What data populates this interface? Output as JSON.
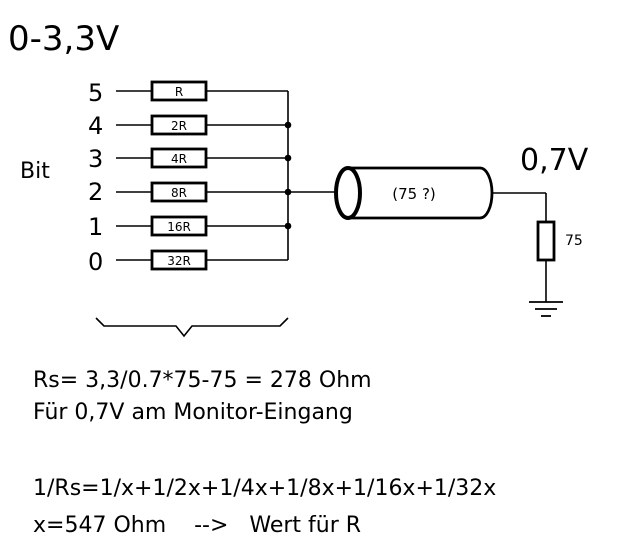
{
  "header": {
    "voltage_in": "0-3,3V"
  },
  "input_label": "Bit",
  "bits": [
    {
      "bit": "5",
      "resistor": "R"
    },
    {
      "bit": "4",
      "resistor": "2R"
    },
    {
      "bit": "3",
      "resistor": "4R"
    },
    {
      "bit": "2",
      "resistor": "8R"
    },
    {
      "bit": "1",
      "resistor": "16R"
    },
    {
      "bit": "0",
      "resistor": "32R"
    }
  ],
  "cable": {
    "label": "(75 ?)"
  },
  "output": {
    "voltage": "0,7V",
    "load_label": "75"
  },
  "notes": [
    "Rs= 3,3/0.7*75-75 = 278 Ohm",
    "Für 0,7V am Monitor-Eingang",
    "1/Rs=1/x+1/2x+1/4x+1/8x+1/16x+1/32x",
    "x=547 Ohm    -->   Wert für R"
  ]
}
